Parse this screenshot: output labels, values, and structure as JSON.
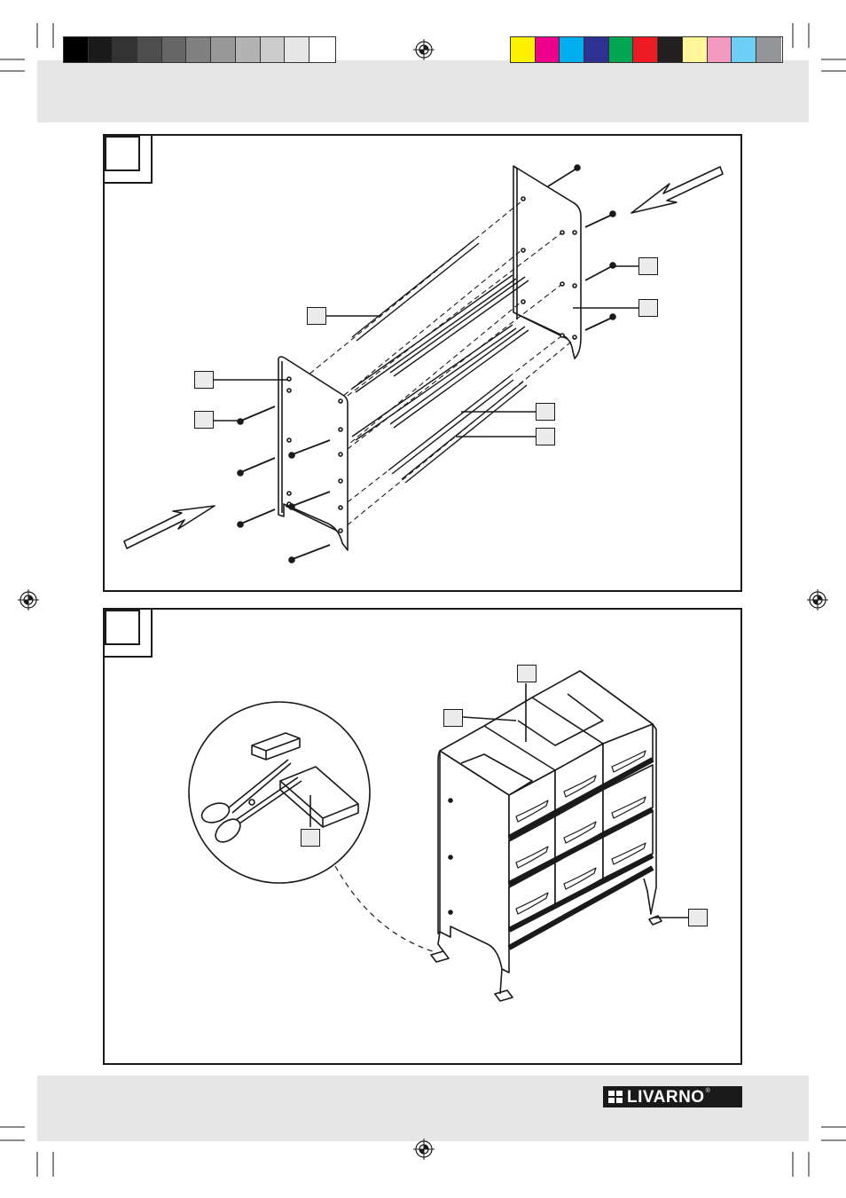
{
  "brand": {
    "logo_text": "LIVARNO",
    "registered_symbol": "®"
  },
  "print_marks": {
    "grayscale_swatches": [
      "#000000",
      "#1a1a1a",
      "#333333",
      "#4d4d4d",
      "#666666",
      "#808080",
      "#999999",
      "#b3b3b3",
      "#cccccc",
      "#e6e6e6",
      "#ffffff"
    ],
    "color_swatches": [
      "#fff200",
      "#ec008c",
      "#00aeef",
      "#2e3192",
      "#00a651",
      "#ed1c24",
      "#231f20",
      "#fff799",
      "#f49ac1",
      "#6dcff6",
      "#939598"
    ]
  },
  "colors": {
    "line": "#1a1a1a",
    "band": "#e6e6e6",
    "callout_fill": "#ececec"
  },
  "step1": {
    "callout_count": 7
  },
  "step2": {
    "callout_count": 4
  }
}
